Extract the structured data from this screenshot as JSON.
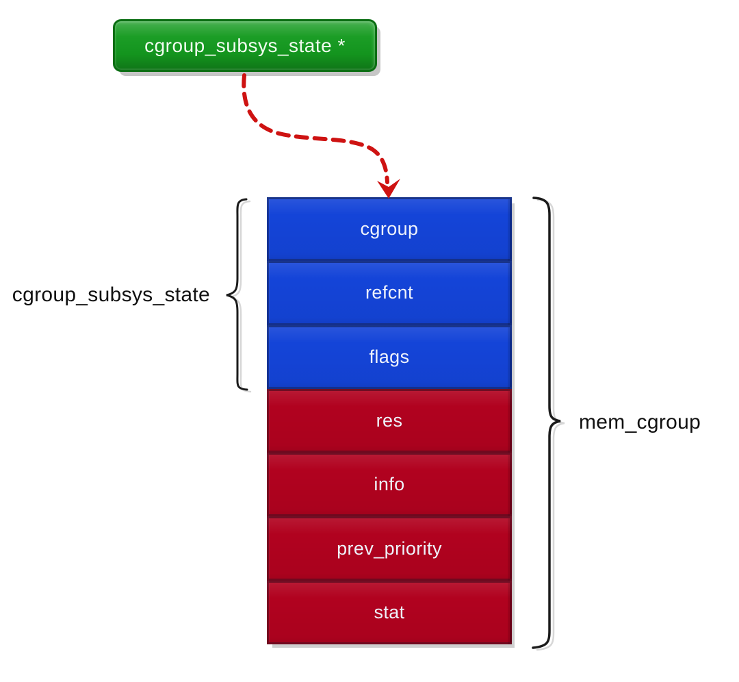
{
  "canvas": {
    "background": "#ffffff"
  },
  "pointer_box": {
    "label": "cgroup_subsys_state *",
    "fill": "#149a1f",
    "border_color": "#0b6e13",
    "text_color": "#f0fbef"
  },
  "arrow": {
    "color": "#ce1312",
    "style": "dashed",
    "from": "pointer_box",
    "to": "stack_top"
  },
  "stack": {
    "rows": [
      {
        "label": "cgroup",
        "fill": "#1444d8",
        "group": "cgroup_subsys_state"
      },
      {
        "label": "refcnt",
        "fill": "#1444d8",
        "group": "cgroup_subsys_state"
      },
      {
        "label": "flags",
        "fill": "#1444d8",
        "group": "cgroup_subsys_state"
      },
      {
        "label": "res",
        "fill": "#b1021f",
        "group": "mem_cgroup"
      },
      {
        "label": "info",
        "fill": "#b1021f",
        "group": "mem_cgroup"
      },
      {
        "label": "prev_priority",
        "fill": "#b1021f",
        "group": "mem_cgroup"
      },
      {
        "label": "stat",
        "fill": "#b1021f",
        "group": "mem_cgroup"
      }
    ],
    "row_text_color": "#eef2fb",
    "blue_fill": "#1444d8",
    "red_fill": "#b1021f"
  },
  "labels": {
    "left_brace_label": "cgroup_subsys_state",
    "right_brace_label": "mem_cgroup",
    "text_color": "#111111"
  },
  "brace_color": "#1b1b1b"
}
